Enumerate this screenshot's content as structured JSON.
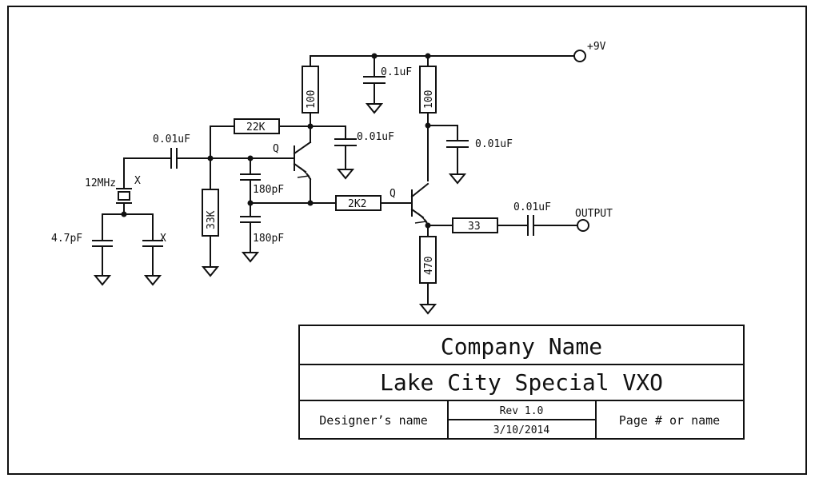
{
  "schematic": {
    "supply_label": "+9V",
    "output_label": "OUTPUT",
    "components": {
      "r_100_left": "100",
      "r_100_right": "100",
      "r_22k": "22K",
      "r_33k": "33K",
      "r_2k2": "2K2",
      "r_33": "33",
      "r_470": "470",
      "c_input": "0.01uF",
      "c_bypass_top": "0.1uF",
      "c_collector_left": "0.01uF",
      "c_collector_right": "0.01uF",
      "c_output": "0.01uF",
      "c_feedback_top": "180pF",
      "c_feedback_bottom": "180pF",
      "c_trim": "4.7pF",
      "crystal": "12MHz",
      "crystal_mark": "X",
      "trim_mark": "X",
      "q1": "Q",
      "q2": "Q"
    }
  },
  "title_block": {
    "company": "Company Name",
    "title": "Lake City Special VXO",
    "designer": "Designer’s name",
    "revision": "Rev 1.0",
    "date": "3/10/2014",
    "page": "Page # or name"
  },
  "colors": {
    "ink": "#111111",
    "paper": "#ffffff"
  }
}
